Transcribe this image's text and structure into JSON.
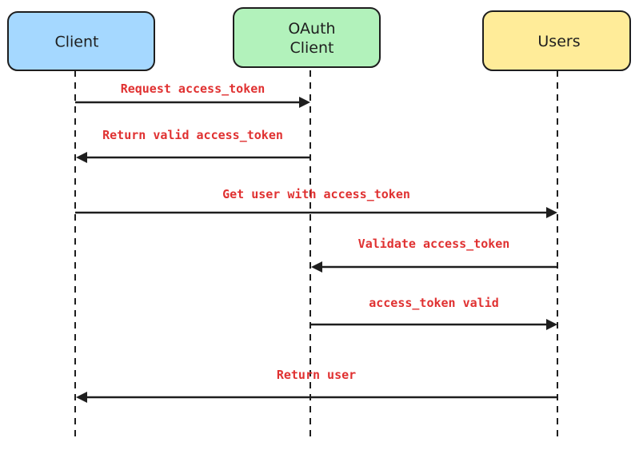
{
  "colors": {
    "ink": "#1e1e1e",
    "message_text": "#e03131"
  },
  "actors": [
    {
      "id": "client",
      "lines": [
        "Client"
      ],
      "fill": "#a5d8ff"
    },
    {
      "id": "oauth-client",
      "lines": [
        "OAuth",
        "Client"
      ],
      "fill": "#b2f2bb"
    },
    {
      "id": "users",
      "lines": [
        "Users"
      ],
      "fill": "#ffec99"
    }
  ],
  "messages": [
    {
      "from": "client",
      "to": "oauth-client",
      "label": "Request access_token"
    },
    {
      "from": "oauth-client",
      "to": "client",
      "label": "Return valid access_token"
    },
    {
      "from": "client",
      "to": "users",
      "label": "Get user with access_token"
    },
    {
      "from": "users",
      "to": "oauth-client",
      "label": "Validate access_token"
    },
    {
      "from": "oauth-client",
      "to": "users",
      "label": "access_token valid"
    },
    {
      "from": "users",
      "to": "client",
      "label": "Return user"
    }
  ]
}
